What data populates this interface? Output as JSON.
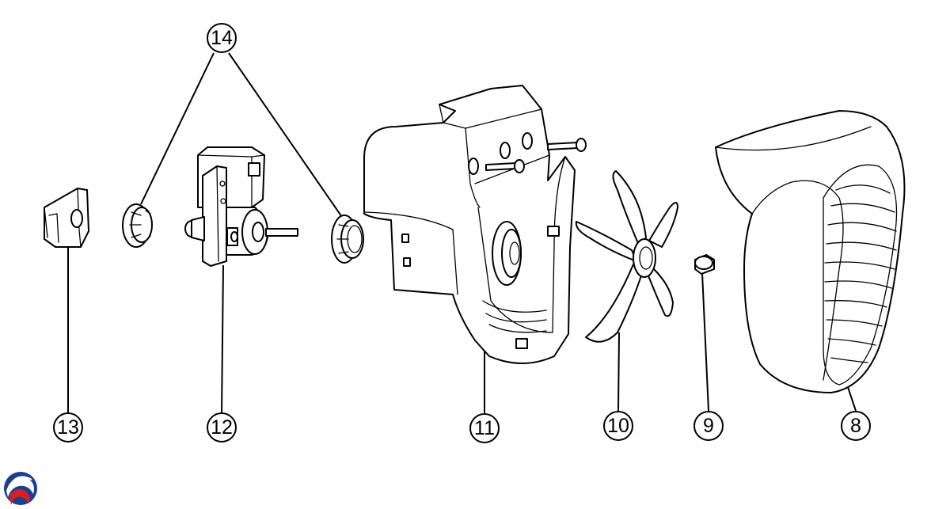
{
  "callouts": {
    "c14": "14",
    "c13": "13",
    "c12": "12",
    "c11": "11",
    "c10": "10",
    "c9": "9",
    "c8": "8"
  },
  "colors": {
    "line": "#000000",
    "background": "#ffffff",
    "logo_blue": "#1d3f8f",
    "logo_red": "#d42027"
  },
  "icons": {
    "logo": "swirl-logo-icon"
  }
}
